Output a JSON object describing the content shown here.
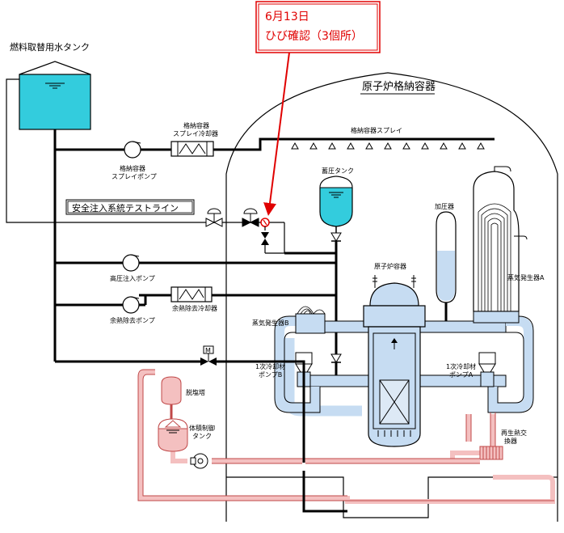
{
  "callout": {
    "line1": "6月13日",
    "line2": "ひび確認（3個所）"
  },
  "labels": {
    "fuel_water_tank": "燃料取替用水タンク",
    "containment_vessel": "原子炉格納容器",
    "containment_spray": "格納容器スプレイ",
    "spray_cooler_1": "格納容器",
    "spray_cooler_2": "スプレイ冷却器",
    "spray_pump_1": "格納容器",
    "spray_pump_2": "スプレイポンプ",
    "test_line": "安全注入系統テストライン",
    "accumulator": "蓄圧タンク",
    "pressurizer": "加圧器",
    "hp_injection_pump": "高圧注入ポンプ",
    "rhr_cooler": "余熱除去冷却器",
    "rhr_pump": "余熱除去ポンプ",
    "reactor_vessel": "原子炉容器",
    "steam_gen_a": "蒸気発生器A",
    "steam_gen_b": "蒸気発生器B",
    "coolant_pump_b_1": "1次冷却材",
    "coolant_pump_b_2": "ポンプB",
    "coolant_pump_a_1": "1次冷却材",
    "coolant_pump_a_2": "ポンプA",
    "deborating_tower": "脱塩塔",
    "vct_1": "体積制御",
    "vct_2": "タンク",
    "regen_hx_1": "再生熱交",
    "regen_hx_2": "換器",
    "motor_valve": "M"
  },
  "colors": {
    "callout": "#e00000",
    "fluid": "#33ccdd",
    "vessel_blue": "#c6dcf2",
    "cvcs_pink": "#f4c0c0",
    "cvcs_line": "#c04848"
  }
}
